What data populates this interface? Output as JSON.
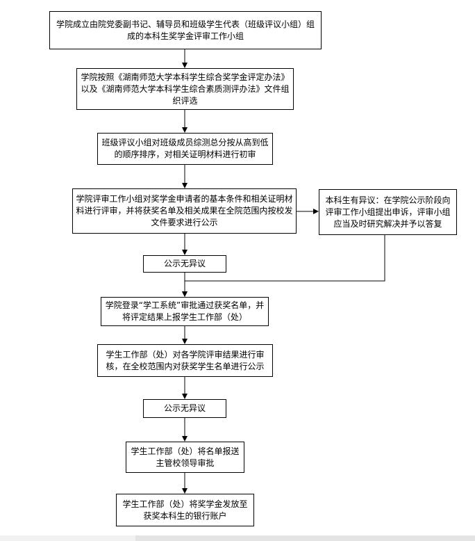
{
  "diagram": {
    "nodes": {
      "n1": "学院成立由院党委副书记、辅导员和班级学生代表（班级评议小组）组成的本科生奖学金评审工作小组",
      "n2": "学院按照《湖南师范大学本科学生综合奖学金评定办法》以及《湖南师范大学本科学生综合素质测评办法》文件组织评选",
      "n3": "班级评议小组对班级成员综测总分按从高到低的顺序排序，对相关证明材料进行初审",
      "n4": "学院评审工作小组对奖学金申请者的基本条件和相关证明材料进行评审，并将获奖名单及相关成果在全院范围内按校发文件要求进行公示",
      "n5": "本科生有异议：在学院公示阶段向评审工作小组提出申诉，评审小组应当及时研究解决并予以答复",
      "n6": "公示无异议",
      "n7": "学院登录“学工系统”审批通过获奖名单，并将评定结果上报学生工作部（处）",
      "n8": "学生工作部（处）对各学院评审结果进行审核，在全校范围内对获奖学生名单进行公示",
      "n9": "公示无异议",
      "n10": "学生工作部（处）将名单报送主管校领导审批",
      "n11": "学生工作部（处）将奖学金发放至获奖本科生的银行账户"
    },
    "colors": {
      "stroke": "#000000",
      "fill": "#ffffff"
    }
  }
}
